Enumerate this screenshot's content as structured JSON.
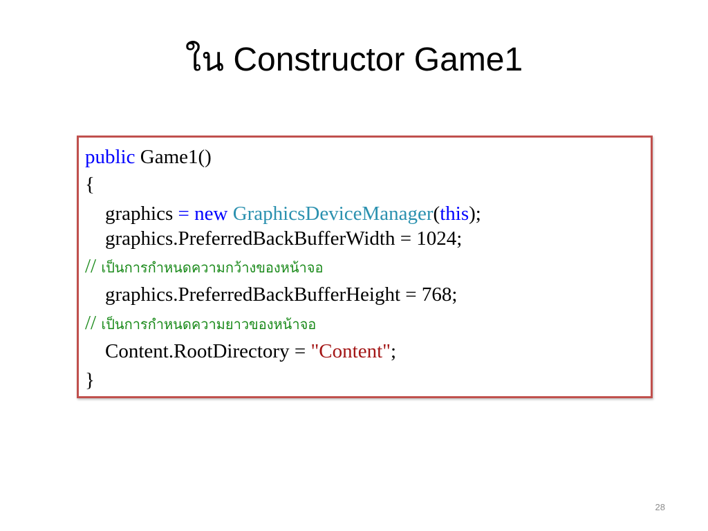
{
  "slide": {
    "title": "ใน Constructor Game1",
    "page_number": "28"
  },
  "code": {
    "line1": {
      "keyword": "public",
      "rest": " Game1()"
    },
    "line2": {
      "text": "{"
    },
    "line3": {
      "indent": "    ",
      "var": "graphics ",
      "op": "=",
      "space1": " ",
      "new_kw": "new",
      "space2": " ",
      "type": "GraphicsDeviceManager",
      "paren_open": "(",
      "this_kw": "this",
      "paren_close": ");"
    },
    "line4": {
      "indent": "    ",
      "text": "graphics.PreferredBackBufferWidth = 1024;"
    },
    "comment1": {
      "slashes": "// ",
      "text": "เป็นการกำหนดความกว้างของหน้าจอ"
    },
    "line5": {
      "indent": "    ",
      "text": "graphics.PreferredBackBufferHeight = 768;"
    },
    "comment2": {
      "slashes": "// ",
      "text": "เป็นการกำหนดความยาวของหน้าจอ"
    },
    "line6": {
      "indent": "    ",
      "text": "Content.RootDirectory = ",
      "string": "\"Content\"",
      "end": ";"
    },
    "line7": {
      "text": "}"
    }
  },
  "colors": {
    "keyword": "#0000ff",
    "type": "#2b91af",
    "string": "#a31515",
    "comment": "#1a8a1a",
    "box_border": "#c0504d"
  }
}
